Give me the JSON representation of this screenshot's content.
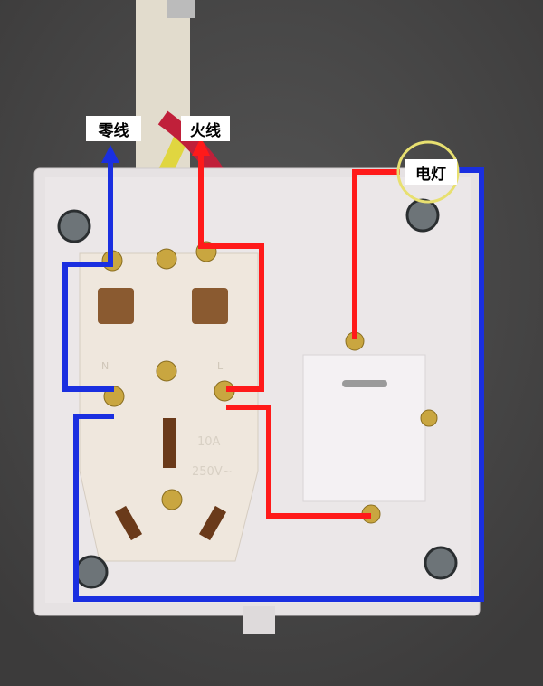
{
  "labels": {
    "neutral": "零线",
    "live": "火线",
    "lamp": "电灯"
  },
  "socket_markings": {
    "rating_current": "10A",
    "rating_voltage": "250V~",
    "terminal_l": "L",
    "terminal_n": "N"
  },
  "colors": {
    "neutral_wire": "#1a2fe0",
    "live_wire": "#ff1a1a",
    "highlight_circle": "#e8e070",
    "background": "#4b4a4a",
    "plate": "#e6e2e3"
  }
}
